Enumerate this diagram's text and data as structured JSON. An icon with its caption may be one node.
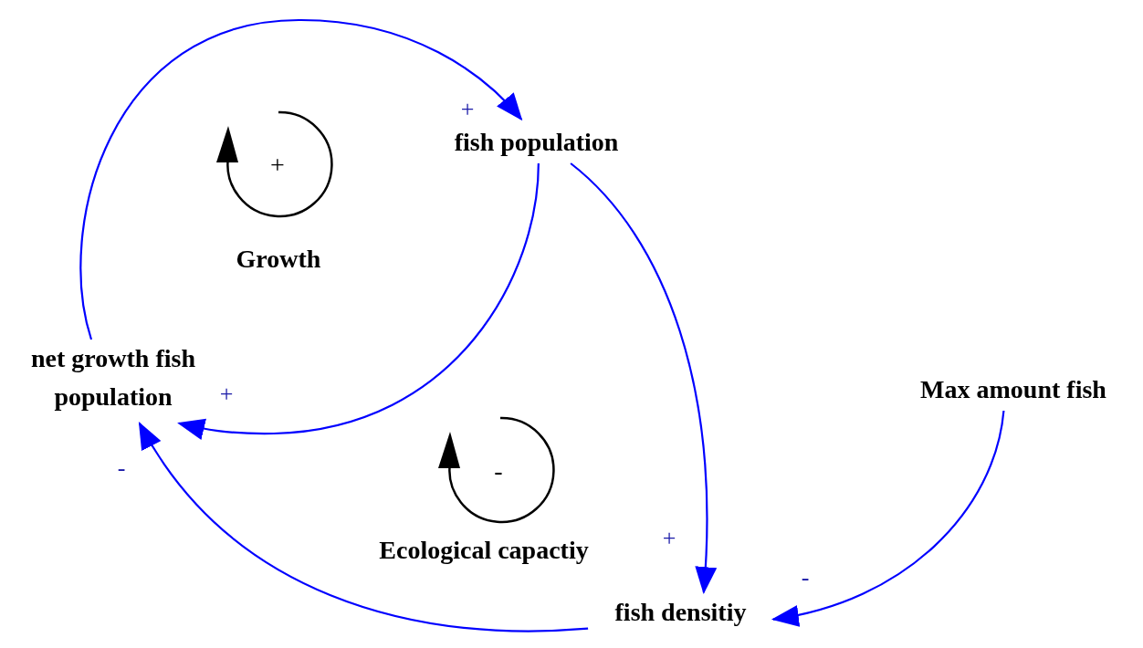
{
  "diagram": {
    "nodes": [
      {
        "text": [
          "fish population"
        ]
      },
      {
        "text": [
          "net growth fish population"
        ]
      },
      {
        "text": [
          "Max amount fish"
        ]
      },
      {
        "text": [
          "fish densitiy"
        ]
      }
    ],
    "edges": [
      {
        "from": 1,
        "to": 0,
        "arrow": "to",
        "label": "+"
      },
      {
        "from": 0,
        "to": 1,
        "arrow": "to",
        "label": "+"
      },
      {
        "from": 0,
        "to": 3,
        "arrow": "to",
        "label": "+"
      },
      {
        "from": 3,
        "to": 1,
        "arrow": "to",
        "label": "-"
      },
      {
        "from": 2,
        "to": 3,
        "arrow": "to",
        "label": "-"
      }
    ],
    "labels": [
      "+",
      "Growth",
      "-",
      "Ecological capactiy"
    ]
  }
}
